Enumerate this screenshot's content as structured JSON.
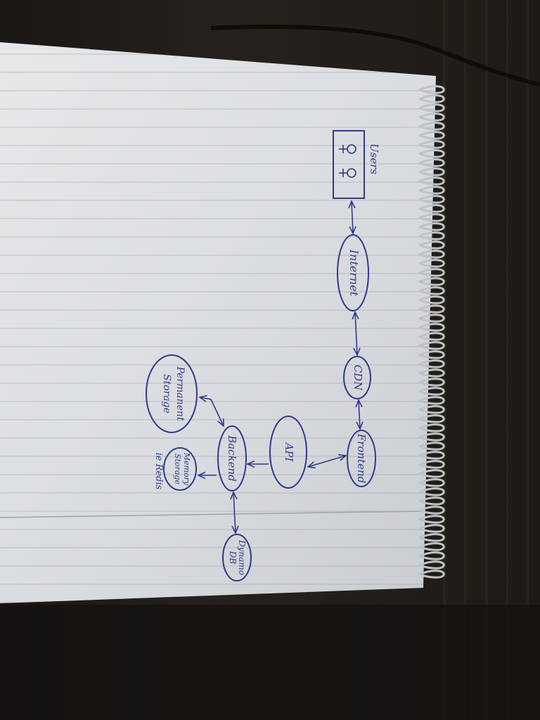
{
  "diagram": {
    "users_label": "Users",
    "nodes": {
      "internet": "Internet",
      "cdn": "CDN",
      "frontend": "Frontend",
      "api": "API",
      "backend": "Backend",
      "dynamo": [
        "Dynamo",
        "DB"
      ],
      "permanent": [
        "Permanent",
        "Storage"
      ],
      "memory": [
        "Memory",
        "Storage"
      ],
      "memory_note": "ie Redis"
    }
  },
  "colors": {
    "ink": "#2f3a8a",
    "paper": "#dcdfe3",
    "desk": "#221d18",
    "spiral": "#bfc3c6"
  }
}
